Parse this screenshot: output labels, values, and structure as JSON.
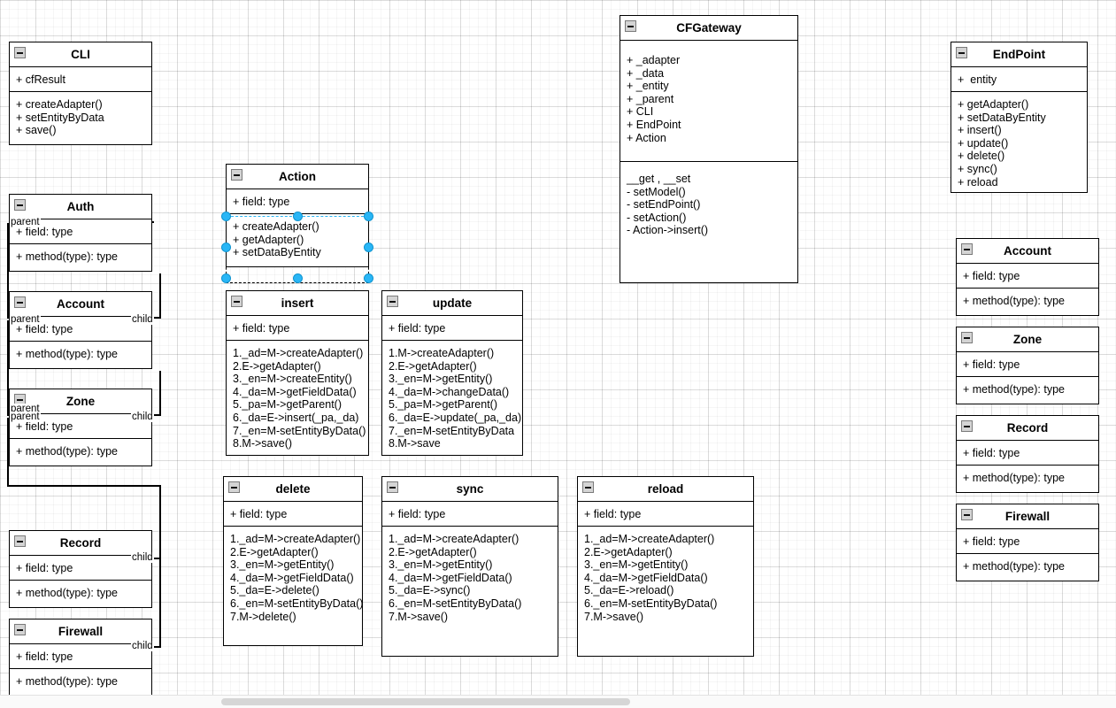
{
  "diagram": {
    "type": "uml-class-diagram",
    "collapse_icon": "minus-box-icon",
    "selection_color": "#29b6f6",
    "edge_labels": {
      "parent": "parent",
      "child": "child"
    }
  },
  "classes": {
    "cli": {
      "name": "CLI",
      "attributes": [
        "+ cfResult"
      ],
      "operations": [
        "+ createAdapter()",
        "+ setEntityByData",
        "+ save()"
      ]
    },
    "cfgateway": {
      "name": "CFGateway",
      "attributes": [
        "+ _adapter",
        "+ _data",
        "+ _entity",
        "+ _parent",
        "+ CLI",
        "+ EndPoint",
        "+ Action"
      ],
      "operations": [
        "__get , __set",
        "- setModel()",
        "- setEndPoint()",
        "- setAction()",
        "- Action->insert()"
      ]
    },
    "endpoint": {
      "name": "EndPoint",
      "attributes": [
        "+  entity"
      ],
      "operations": [
        "+ getAdapter()",
        "+ setDataByEntity",
        "+ insert()",
        "+ update()",
        "+ delete()",
        "+ sync()",
        "+ reload"
      ]
    },
    "action": {
      "name": "Action",
      "attributes": [
        "+ field: type"
      ],
      "operations": [
        "+ createAdapter()",
        "+ getAdapter()",
        "+ setDataByEntity"
      ],
      "selected": true
    },
    "insert": {
      "name": "insert",
      "attributes": [
        "+ field: type"
      ],
      "operations": [
        "1._ad=M->createAdapter()",
        "2.E->getAdapter()",
        "3._en=M->createEntity()",
        "4._da=M->getFieldData()",
        "5._pa=M->getParent()",
        "6._da=E->insert(_pa,_da)",
        "7._en=M-setEntityByData()",
        "8.M->save()"
      ]
    },
    "update": {
      "name": "update",
      "attributes": [
        "+ field: type"
      ],
      "operations": [
        "1.M->createAdapter()",
        "2.E->getAdapter()",
        "3._en=M->getEntity()",
        "4._da=M->changeData()",
        "5._pa=M->getParent()",
        "6._da=E->update(_pa,_da)",
        "7._en=M-setEntityByData",
        "8.M->save"
      ]
    },
    "delete": {
      "name": "delete",
      "attributes": [
        "+ field: type"
      ],
      "operations": [
        "1._ad=M->createAdapter()",
        "2.E->getAdapter()",
        "3._en=M->getEntity()",
        "4._da=M->getFieldData()",
        "5._da=E->delete()",
        "6._en=M-setEntityByData()",
        "7.M->delete()"
      ]
    },
    "sync": {
      "name": "sync",
      "attributes": [
        "+ field: type"
      ],
      "operations": [
        "1._ad=M->createAdapter()",
        "2.E->getAdapter()",
        "3._en=M->getEntity()",
        "4._da=M->getFieldData()",
        "5._da=E->sync()",
        "6._en=M-setEntityByData()",
        "7.M->save()"
      ]
    },
    "reload": {
      "name": "reload",
      "attributes": [
        "+ field: type"
      ],
      "operations": [
        "1._ad=M->createAdapter()",
        "2.E->getAdapter()",
        "3._en=M->getEntity()",
        "4._da=M->getFieldData()",
        "5._da=E->reload()",
        "6._en=M-setEntityByData()",
        "7.M->save()"
      ]
    },
    "auth_left": {
      "name": "Auth",
      "attributes": [
        "+ field: type"
      ],
      "operations": [
        "+ method(type): type"
      ]
    },
    "account_left": {
      "name": "Account",
      "attributes": [
        "+ field: type"
      ],
      "operations": [
        "+ method(type): type"
      ]
    },
    "zone_left": {
      "name": "Zone",
      "attributes": [
        "+ field: type"
      ],
      "operations": [
        "+ method(type): type"
      ]
    },
    "record_left": {
      "name": "Record",
      "attributes": [
        "+ field: type"
      ],
      "operations": [
        "+ method(type): type"
      ]
    },
    "firewall_left": {
      "name": "Firewall",
      "attributes": [
        "+ field: type"
      ],
      "operations": [
        "+ method(type): type"
      ]
    },
    "account_right": {
      "name": "Account",
      "attributes": [
        "+ field: type"
      ],
      "operations": [
        "+ method(type): type"
      ]
    },
    "zone_right": {
      "name": "Zone",
      "attributes": [
        "+ field: type"
      ],
      "operations": [
        "+ method(type): type"
      ]
    },
    "record_right": {
      "name": "Record",
      "attributes": [
        "+ field: type"
      ],
      "operations": [
        "+ method(type): type"
      ]
    },
    "firewall_right": {
      "name": "Firewall",
      "attributes": [
        "+ field: type"
      ],
      "operations": [
        "+ method(type): type"
      ]
    }
  }
}
